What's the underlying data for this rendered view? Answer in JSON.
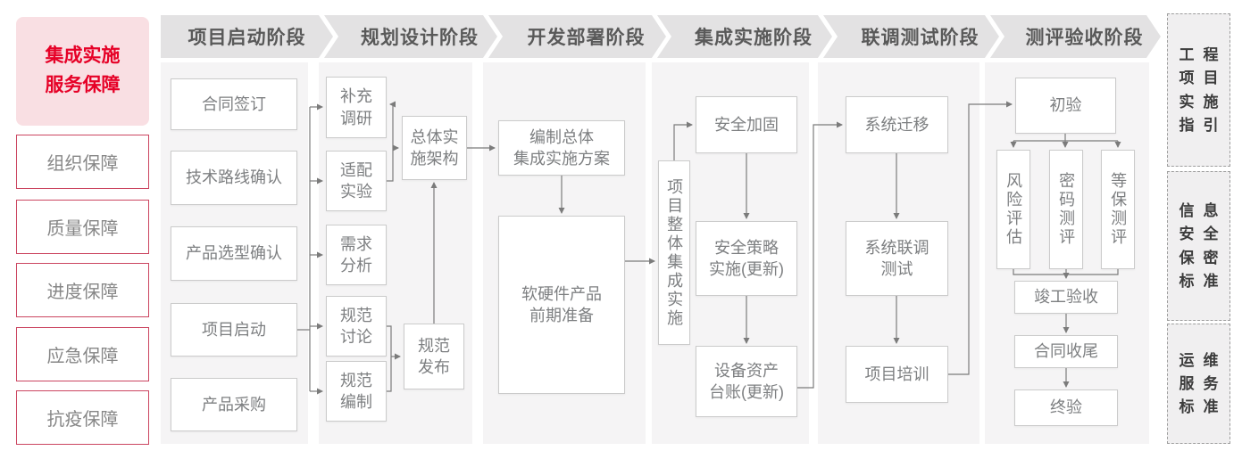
{
  "sidebar": {
    "title": {
      "name": "integration-implementation-service-guarantee",
      "lines": [
        "集成实施",
        "服务保障"
      ]
    },
    "items": [
      {
        "name": "organization-guarantee",
        "label": "组织保障"
      },
      {
        "name": "quality-guarantee",
        "label": "质量保障"
      },
      {
        "name": "schedule-guarantee",
        "label": "进度保障"
      },
      {
        "name": "emergency-guarantee",
        "label": "应急保障"
      },
      {
        "name": "epidemic-guarantee",
        "label": "抗疫保障"
      }
    ]
  },
  "phases": [
    {
      "name": "project-initiation-phase",
      "header": "项目启动阶段",
      "boxes": [
        {
          "name": "contract-signing",
          "lines": [
            "合同签订"
          ]
        },
        {
          "name": "technical-route-confirmation",
          "lines": [
            "技术路线确认"
          ]
        },
        {
          "name": "product-selection-confirmation",
          "lines": [
            "产品选型确认"
          ]
        },
        {
          "name": "project-kickoff",
          "lines": [
            "项目启动"
          ]
        },
        {
          "name": "product-procurement",
          "lines": [
            "产品采购"
          ]
        }
      ]
    },
    {
      "name": "planning-design-phase",
      "header": "规划设计阶段",
      "boxes": [
        {
          "name": "supplementary-research",
          "lines": [
            "补充",
            "调研"
          ]
        },
        {
          "name": "adaptation-testing",
          "lines": [
            "适配",
            "实验"
          ]
        },
        {
          "name": "requirements-analysis",
          "lines": [
            "需求",
            "分析"
          ]
        },
        {
          "name": "specification-discussion",
          "lines": [
            "规范",
            "讨论"
          ]
        },
        {
          "name": "specification-drafting",
          "lines": [
            "规范",
            "编制"
          ]
        },
        {
          "name": "overall-implementation-architecture",
          "lines": [
            "总体实",
            "施架构"
          ]
        },
        {
          "name": "specification-release",
          "lines": [
            "规范",
            "发布"
          ]
        }
      ]
    },
    {
      "name": "development-deployment-phase",
      "header": "开发部署阶段",
      "boxes": [
        {
          "name": "overall-integration-plan-compilation",
          "lines": [
            "编制总体",
            "集成实施方案"
          ]
        },
        {
          "name": "hardware-software-product-preparation",
          "lines": [
            "软硬件产品",
            "前期准备"
          ]
        }
      ]
    },
    {
      "name": "integration-implementation-phase",
      "header": "集成实施阶段",
      "boxes": [
        {
          "name": "overall-project-integration",
          "lines": [
            "项目整体集成实施"
          ],
          "vertical": true
        },
        {
          "name": "security-hardening",
          "lines": [
            "安全加固"
          ]
        },
        {
          "name": "security-policy-implementation",
          "lines": [
            "安全策略",
            "实施(更新)"
          ]
        },
        {
          "name": "equipment-asset-ledger",
          "lines": [
            "设备资产",
            "台账(更新)"
          ]
        }
      ]
    },
    {
      "name": "joint-debugging-testing-phase",
      "header": "联调测试阶段",
      "boxes": [
        {
          "name": "system-migration",
          "lines": [
            "系统迁移"
          ]
        },
        {
          "name": "system-joint-testing",
          "lines": [
            "系统联调",
            "测试"
          ]
        },
        {
          "name": "project-training",
          "lines": [
            "项目培训"
          ]
        }
      ]
    },
    {
      "name": "evaluation-acceptance-phase",
      "header": "测评验收阶段",
      "boxes": [
        {
          "name": "initial-acceptance",
          "lines": [
            "初验"
          ]
        },
        {
          "name": "risk-assessment",
          "lines": [
            "风险评估"
          ],
          "vertical": true
        },
        {
          "name": "cryptography-evaluation",
          "lines": [
            "密码测评"
          ],
          "vertical": true
        },
        {
          "name": "classified-protection-evaluation",
          "lines": [
            "等保测评"
          ],
          "vertical": true
        },
        {
          "name": "completion-acceptance",
          "lines": [
            "竣工验收"
          ]
        },
        {
          "name": "contract-closure",
          "lines": [
            "合同收尾"
          ]
        },
        {
          "name": "final-acceptance",
          "lines": [
            "终验"
          ]
        }
      ]
    }
  ],
  "standards": [
    {
      "name": "engineering-project-implementation-guideline",
      "rows": [
        "工程",
        "项目",
        "实施",
        "指引"
      ]
    },
    {
      "name": "information-security-confidentiality-standard",
      "rows": [
        "信息",
        "安全",
        "保密",
        "标准"
      ]
    },
    {
      "name": "operation-maintenance-service-standard",
      "rows": [
        "运维",
        "服务",
        "标准"
      ]
    }
  ],
  "colors": {
    "accent_red": "#e60127",
    "pink_bg": "#f9dfe3",
    "red_border": "#cb4560",
    "banner_bg": "#e3e2e3",
    "banner_text": "#595959",
    "panel_bg": "#f5f4f5",
    "box_border": "#cbcbcb",
    "box_text": "#7d7f81",
    "connector": "#7b7b7b",
    "std_bg": "#f0eff0",
    "std_border": "#9e9e9e",
    "std_text": "#3c3c3c"
  }
}
